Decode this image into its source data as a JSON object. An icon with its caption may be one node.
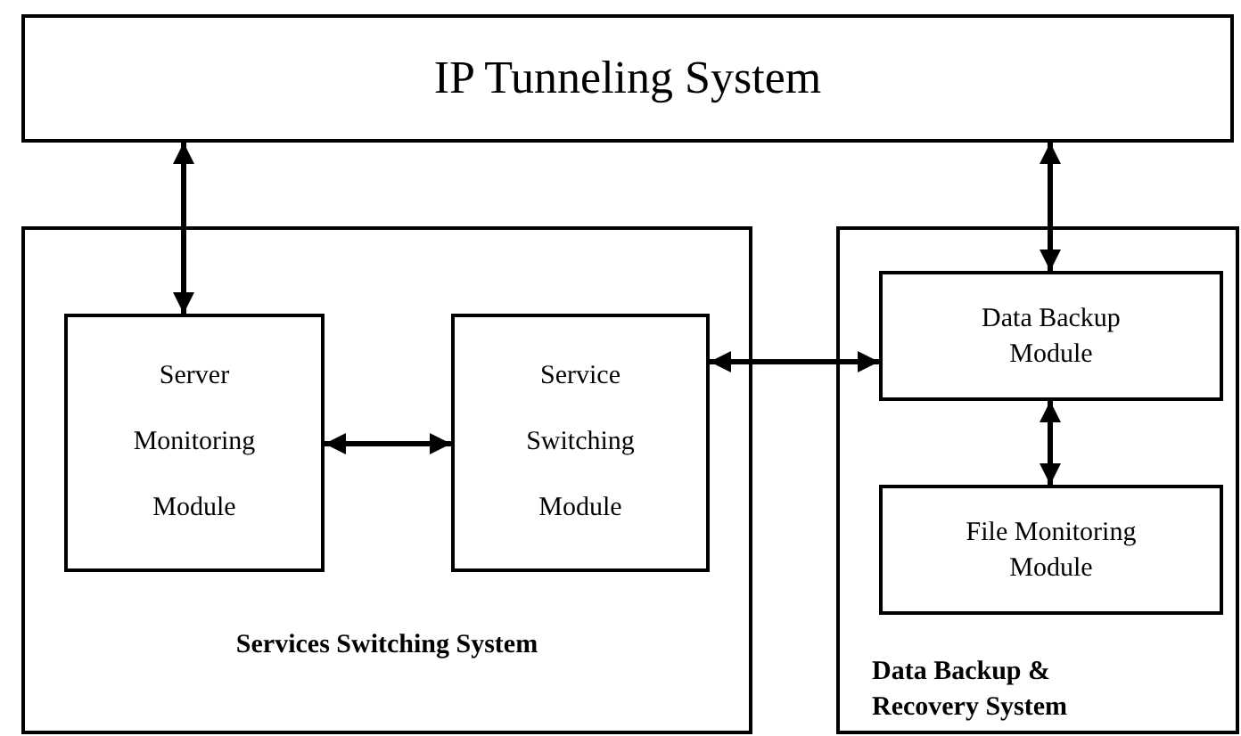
{
  "diagram": {
    "nodes": [
      {
        "text": [
          "IP Tunneling System"
        ]
      },
      {
        "text": [
          "Services Switching System"
        ]
      },
      {
        "text": [
          "Server Monitoring Module"
        ],
        "in": 1
      },
      {
        "text": [
          "Service Switching Module"
        ],
        "in": 1
      },
      {
        "text": [
          "Data Backup & Recovery System"
        ]
      },
      {
        "text": [
          "Data Backup Module"
        ],
        "in": 4
      },
      {
        "text": [
          "File Monitoring Module"
        ],
        "in": 4
      }
    ],
    "edges": [
      {
        "from": 0,
        "to": 2,
        "arrow": "both"
      },
      {
        "from": 0,
        "to": 5,
        "arrow": "both"
      },
      {
        "from": 2,
        "to": 3,
        "arrow": "both"
      },
      {
        "from": 3,
        "to": 5,
        "arrow": "both"
      },
      {
        "from": 5,
        "to": 6,
        "arrow": "both"
      }
    ]
  }
}
